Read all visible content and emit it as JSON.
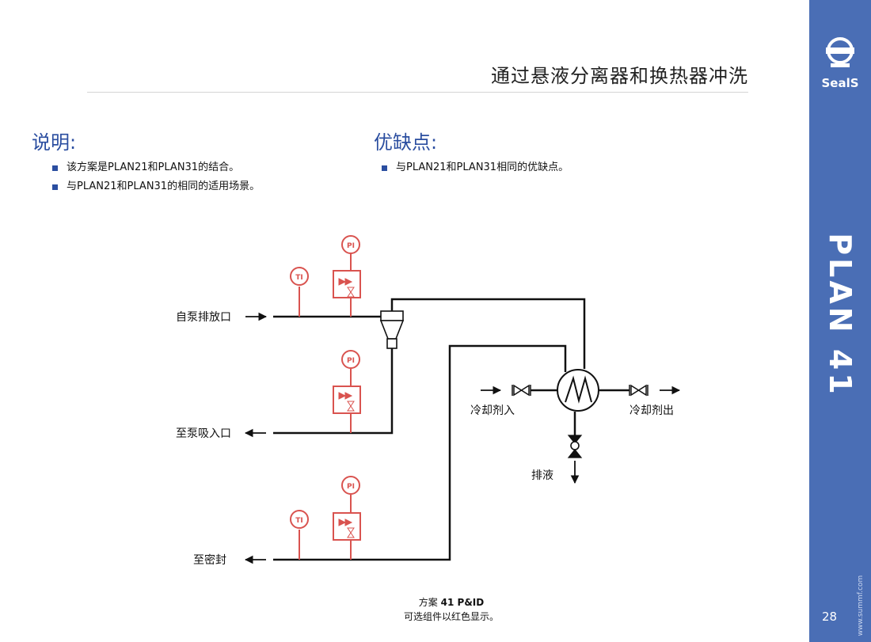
{
  "header": {
    "title": "通过悬液分离器和换热器冲洗"
  },
  "description": {
    "title": "说明:",
    "items": [
      "该方案是PLAN21和PLAN31的结合。",
      "与PLAN21和PLAN31的相同的适用场景。"
    ]
  },
  "pros_cons": {
    "title": "优缺点:",
    "items": [
      "与PLAN21和PLAN31相同的优缺点。"
    ]
  },
  "diagram": {
    "labels": {
      "from_pump_discharge": "自泵排放口",
      "to_pump_suction": "至泵吸入口",
      "to_seal": "至密封",
      "coolant_in": "冷却剂入",
      "coolant_out": "冷却剂出",
      "drain": "排液"
    },
    "instruments": {
      "pi": "PI",
      "ti": "TI"
    },
    "colors": {
      "line": "#111111",
      "optional": "#d9534f"
    }
  },
  "caption": {
    "line1_prefix": "方案",
    "line1_bold": "41 P&ID",
    "line2": "可选组件以红色显示。"
  },
  "sidebar": {
    "brand": "SealS",
    "plan": "PLAN 41",
    "url": "www.summf.com",
    "page": "28"
  }
}
